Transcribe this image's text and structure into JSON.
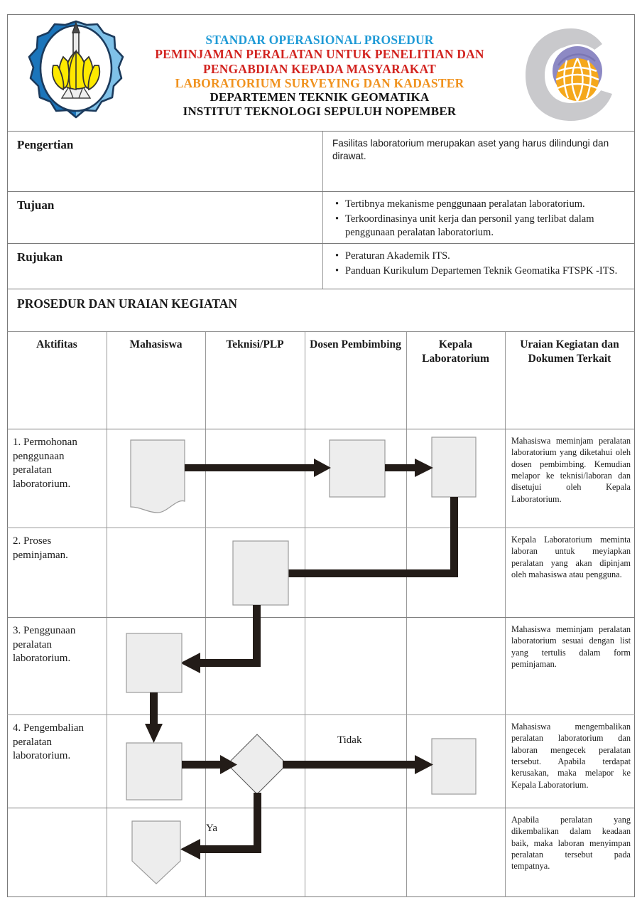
{
  "header": {
    "logo_left": "its-logo",
    "logo_right": "geomatika-logo",
    "title_lines": [
      "STANDAR OPERASIONAL PROSEDUR",
      "PEMINJAMAN PERALATAN UNTUK PENELITIAN DAN",
      "PENGABDIAN KEPADA MASYARAKAT",
      "LABORATORIUM SURVEYING DAN KADASTER",
      "DEPARTEMEN TEKNIK GEOMATIKA",
      "INSTITUT TEKNOLOGI SEPULUH NOPEMBER"
    ],
    "colors": {
      "line1": "#1f9ad6",
      "line2": "#d2231f",
      "line3": "#d2231f",
      "line4": "#f0921e",
      "line5": "#111111",
      "line6": "#111111"
    }
  },
  "info_rows": [
    {
      "label": "Pengertian",
      "text": "Fasilitas laboratorium merupakan aset yang harus dilindungi dan dirawat."
    },
    {
      "label": "Tujuan",
      "bullets": [
        "Tertibnya mekanisme penggunaan peralatan laboratorium.",
        "Terkoordinasinya unit kerja dan personil yang terlibat dalam penggunaan peralatan laboratorium."
      ]
    },
    {
      "label": "Rujukan",
      "bullets": [
        "Peraturan Akademik ITS.",
        "Panduan Kurikulum Departemen Teknik Geomatika FTSPK -ITS."
      ]
    }
  ],
  "banner": {
    "title": "PROSEDUR DAN URAIAN KEGIATAN"
  },
  "flow_table": {
    "columns": [
      "Aktifitas",
      "Mahasiswa",
      "Teknisi/PLP",
      "Dosen Pembimbing",
      "Kepala Laboratorium",
      "Uraian Kegiatan dan Dokumen Terkait"
    ],
    "rows": [
      {
        "activity": "1. Permohonan penggunaan peralatan laboratorium.",
        "description": "Mahasiswa meminjam peralatan laboratorium yang diketahui oleh dosen pembimbing. Kemudian melapor ke teknisi/laboran dan disetujui oleh Kepala Laboratorium."
      },
      {
        "activity": "2. Proses peminjaman.",
        "description": "Kepala Laboratorium meminta laboran untuk meyiapkan peralatan yang akan dipinjam oleh mahasiswa atau pengguna."
      },
      {
        "activity": "3. Penggunaan peralatan laboratorium.",
        "description": "Mahasiswa meminjam peralatan laboratorium sesuai dengan list yang tertulis dalam form peminjaman."
      },
      {
        "activity": "4. Pengembalian peralatan laboratorium.",
        "description": "Mahasiswa mengembalikan peralatan laboratorium dan laboran mengecek peralatan tersebut. Apabila terdapat kerusakan, maka melapor ke Kepala Laboratorium."
      },
      {
        "activity": "",
        "description": "Apabila peralatan yang dikembalikan dalam keadaan baik, maka laboran menyimpan peralatan tersebut pada tempatnya."
      }
    ],
    "flow_labels": {
      "decision_no": "Tidak",
      "decision_yes": "Ya"
    },
    "shape_fill": "#ededed",
    "shape_stroke": "#9b9b9b",
    "connector_color": "#231c18"
  }
}
